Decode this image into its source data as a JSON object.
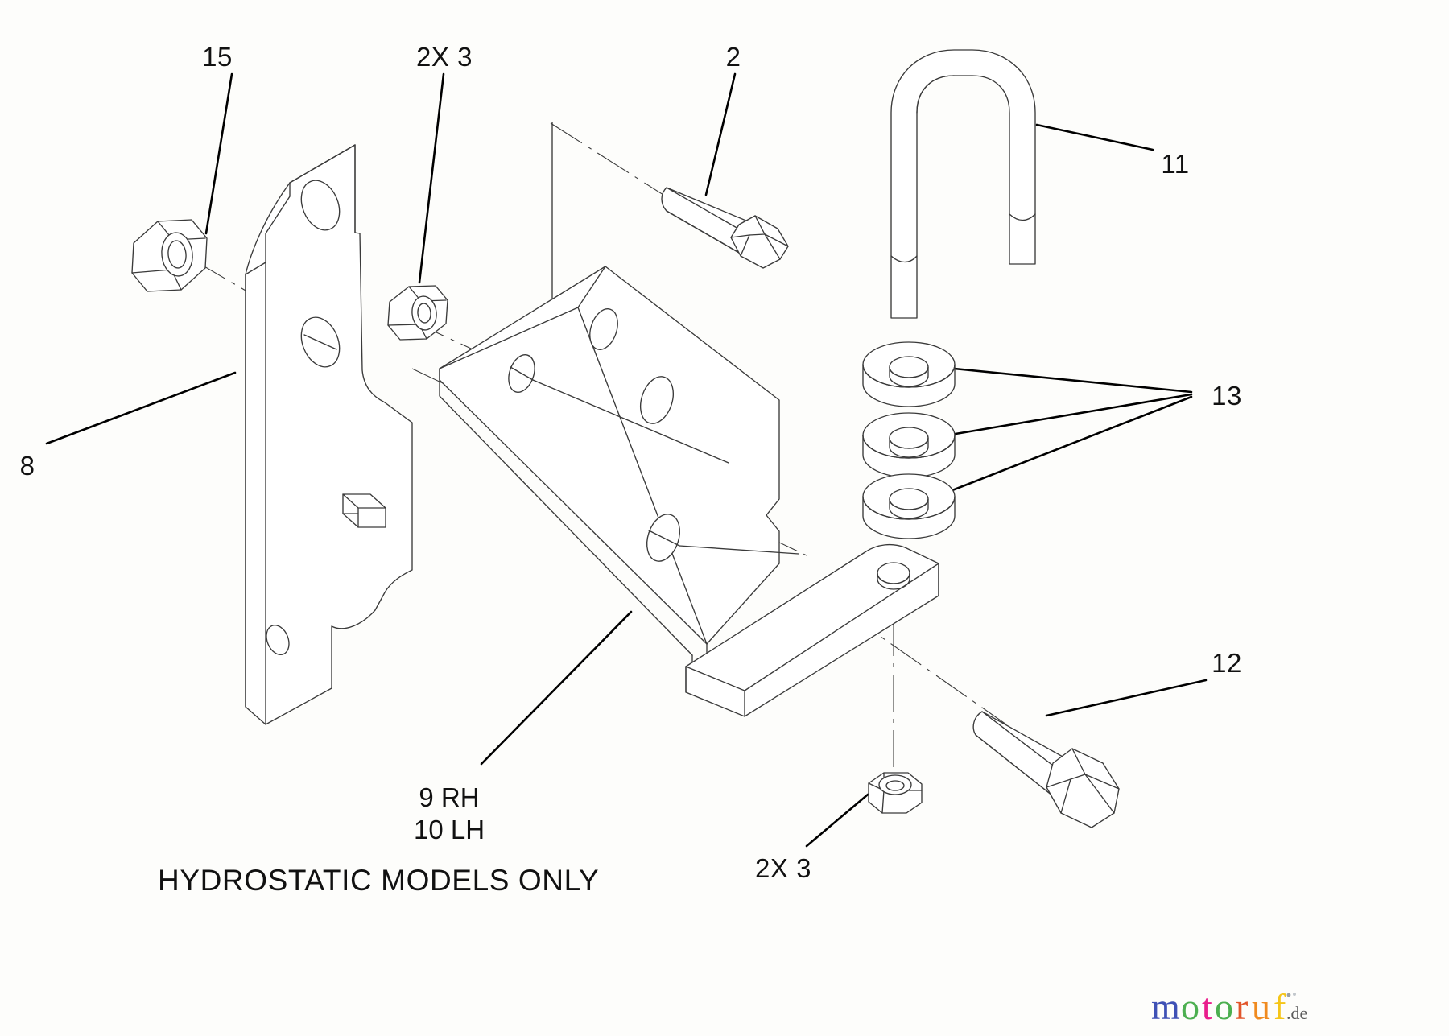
{
  "document": {
    "type": "exploded-parts-diagram",
    "title_note": "HYDROSTATIC MODELS ONLY",
    "background_color": "#fdfdfb",
    "line_color": "#3a3a3a"
  },
  "callouts": [
    {
      "id": "c15",
      "label": "15",
      "part": "hex-nut-upper-left"
    },
    {
      "id": "c2x3a",
      "label": "2X 3",
      "part": "hex-nut-middle"
    },
    {
      "id": "c2",
      "label": "2",
      "part": "hex-bolt-top"
    },
    {
      "id": "c11",
      "label": "11",
      "part": "u-bolt"
    },
    {
      "id": "c13",
      "label": "13",
      "part": "flat-washer-stack"
    },
    {
      "id": "c8",
      "label": "8",
      "part": "vertical-mounting-plate"
    },
    {
      "id": "c12",
      "label": "12",
      "part": "hex-bolt-lower-right"
    },
    {
      "id": "c2x3b",
      "label": "2X 3",
      "part": "hex-nut-lower"
    }
  ],
  "captions": {
    "bracket_rh": "9 RH",
    "bracket_lh": "10 LH",
    "models_note": "HYDROSTATIC MODELS ONLY"
  },
  "watermark": {
    "letters": [
      {
        "char": "m",
        "color": "#3f51b5"
      },
      {
        "char": "o",
        "color": "#4caf50"
      },
      {
        "char": "t",
        "color": "#e91e8c"
      },
      {
        "char": "o",
        "color": "#4caf50"
      },
      {
        "char": "r",
        "color": "#e2552a"
      },
      {
        "char": "u",
        "color": "#f08a1e"
      },
      {
        "char": "f",
        "color": "#f5c518"
      }
    ],
    "tld": ".de",
    "full_text": "motoruf.de"
  },
  "parts": [
    {
      "number": "15",
      "name": "hex nut",
      "quantity": "1"
    },
    {
      "number": "3",
      "name": "hex nut",
      "quantity": "2X"
    },
    {
      "number": "2",
      "name": "hex head bolt",
      "quantity": "1"
    },
    {
      "number": "11",
      "name": "u-bolt",
      "quantity": "1"
    },
    {
      "number": "13",
      "name": "flat washer",
      "quantity": "3"
    },
    {
      "number": "8",
      "name": "mounting plate",
      "quantity": "1"
    },
    {
      "number": "9",
      "name": "bracket RH",
      "quantity": "1"
    },
    {
      "number": "10",
      "name": "bracket LH",
      "quantity": "1"
    },
    {
      "number": "12",
      "name": "hex head bolt",
      "quantity": "1"
    }
  ]
}
